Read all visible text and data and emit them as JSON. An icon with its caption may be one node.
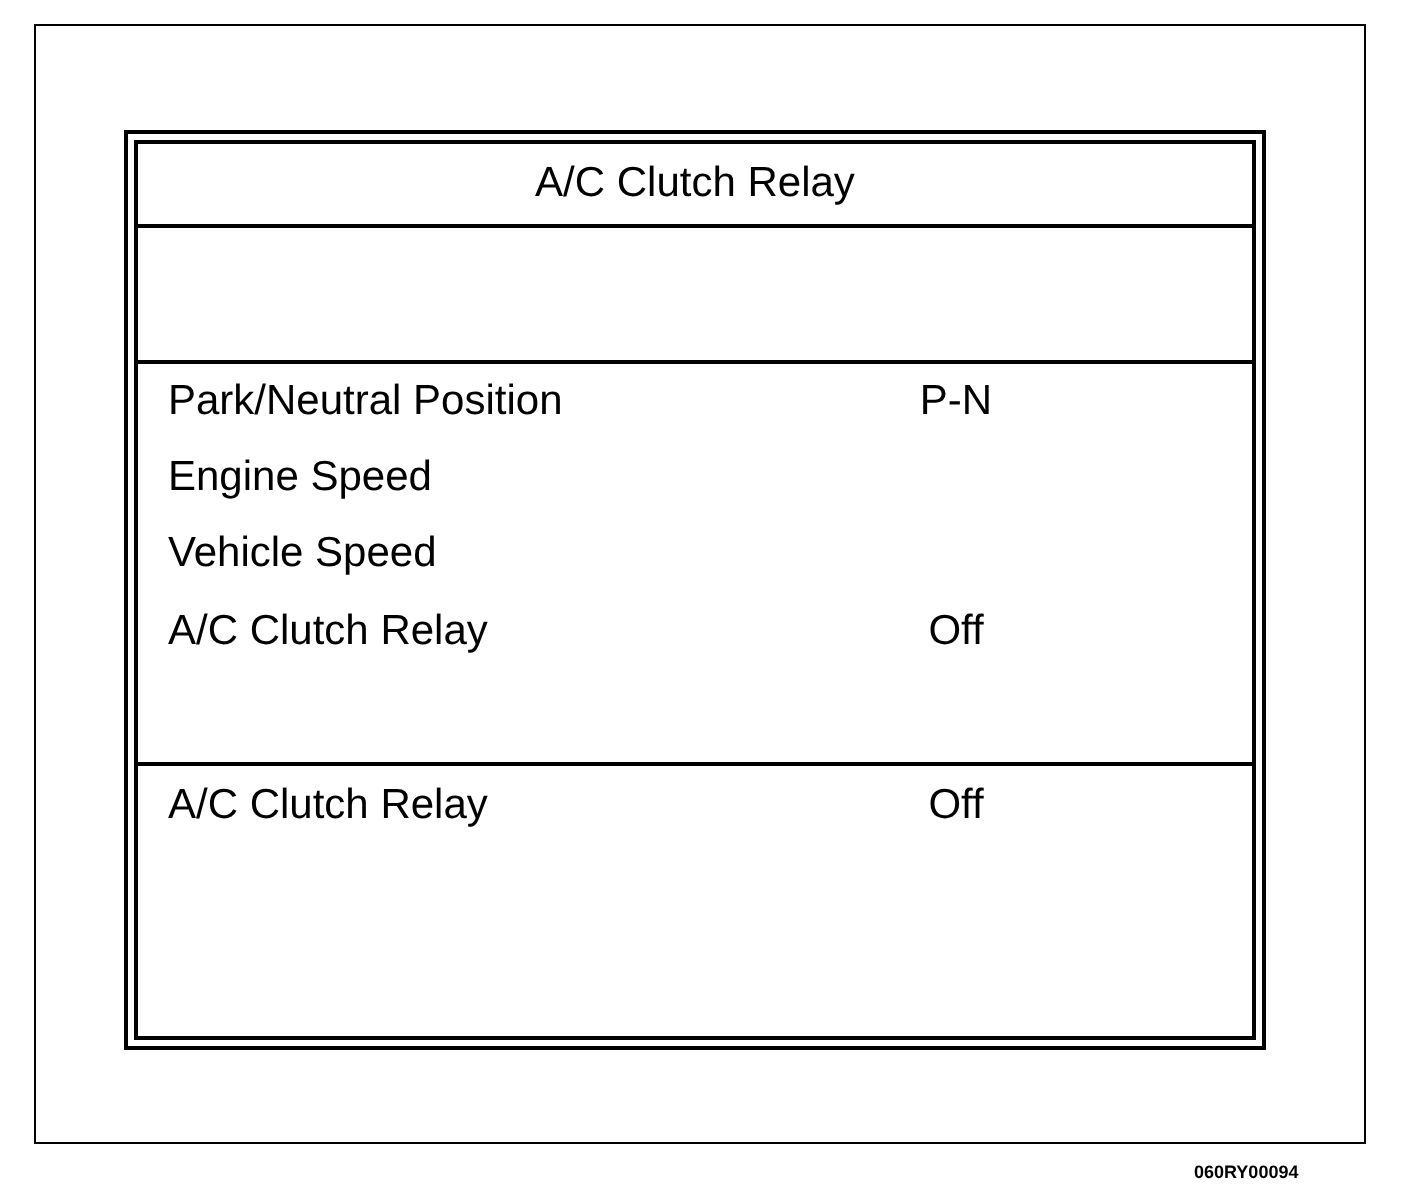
{
  "diagram": {
    "nodes": [
      {
        "text": [
          "A/C Clutch Relay"
        ]
      }
    ],
    "labels": [
      "Park/Neutral Position",
      "P-N",
      "Engine Speed",
      "Vehicle Speed",
      "A/C Clutch Relay",
      "Off",
      "A/C Clutch Relay",
      "Off",
      "060RY00094"
    ]
  }
}
